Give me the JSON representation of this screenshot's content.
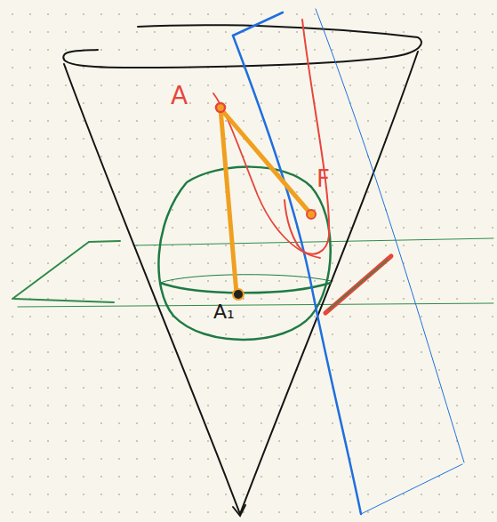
{
  "diagram": {
    "labels": [
      "A",
      "A₁",
      "F"
    ]
  }
}
